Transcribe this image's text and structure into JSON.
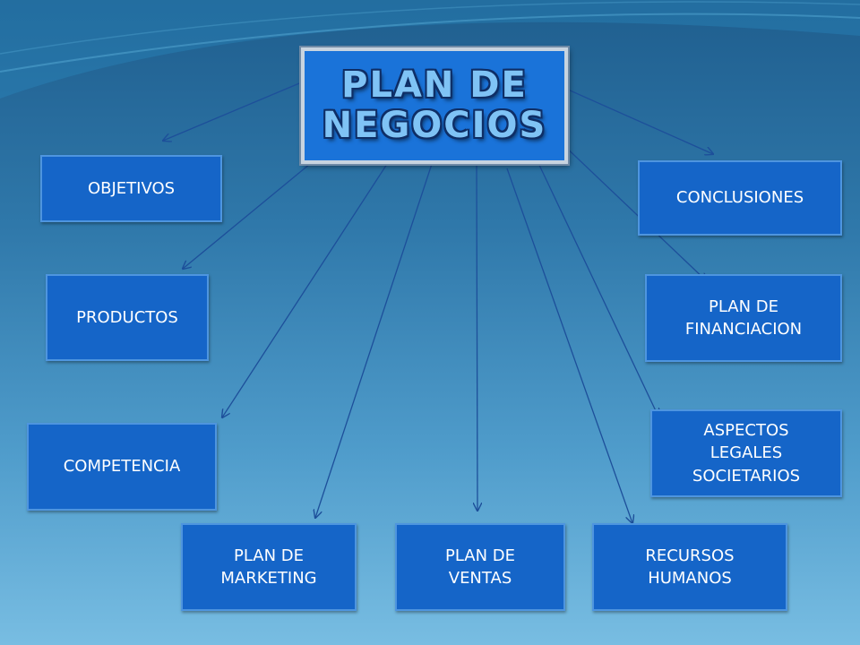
{
  "title": {
    "line1": "PLAN DE",
    "line2": "NEGOCIOS"
  },
  "nodes": {
    "objetivos": [
      "OBJETIVOS"
    ],
    "productos": [
      "PRODUCTOS"
    ],
    "competencia": [
      "COMPETENCIA"
    ],
    "plan_marketing": [
      "PLAN DE",
      "MARKETING"
    ],
    "plan_ventas": [
      "PLAN DE",
      "VENTAS"
    ],
    "recursos_humanos": [
      "RECURSOS",
      "HUMANOS"
    ],
    "aspectos_legales": [
      "ASPECTOS",
      "LEGALES",
      "SOCIETARIOS"
    ],
    "plan_financiacion": [
      "PLAN DE",
      "FINANCIACION"
    ],
    "conclusiones": [
      "CONCLUSIONES"
    ]
  },
  "colors": {
    "box_fill": "#1565c8",
    "title_fill": "#1a73d9",
    "title_text": "#7fc3f5",
    "arrow": "#1d4f9a"
  }
}
